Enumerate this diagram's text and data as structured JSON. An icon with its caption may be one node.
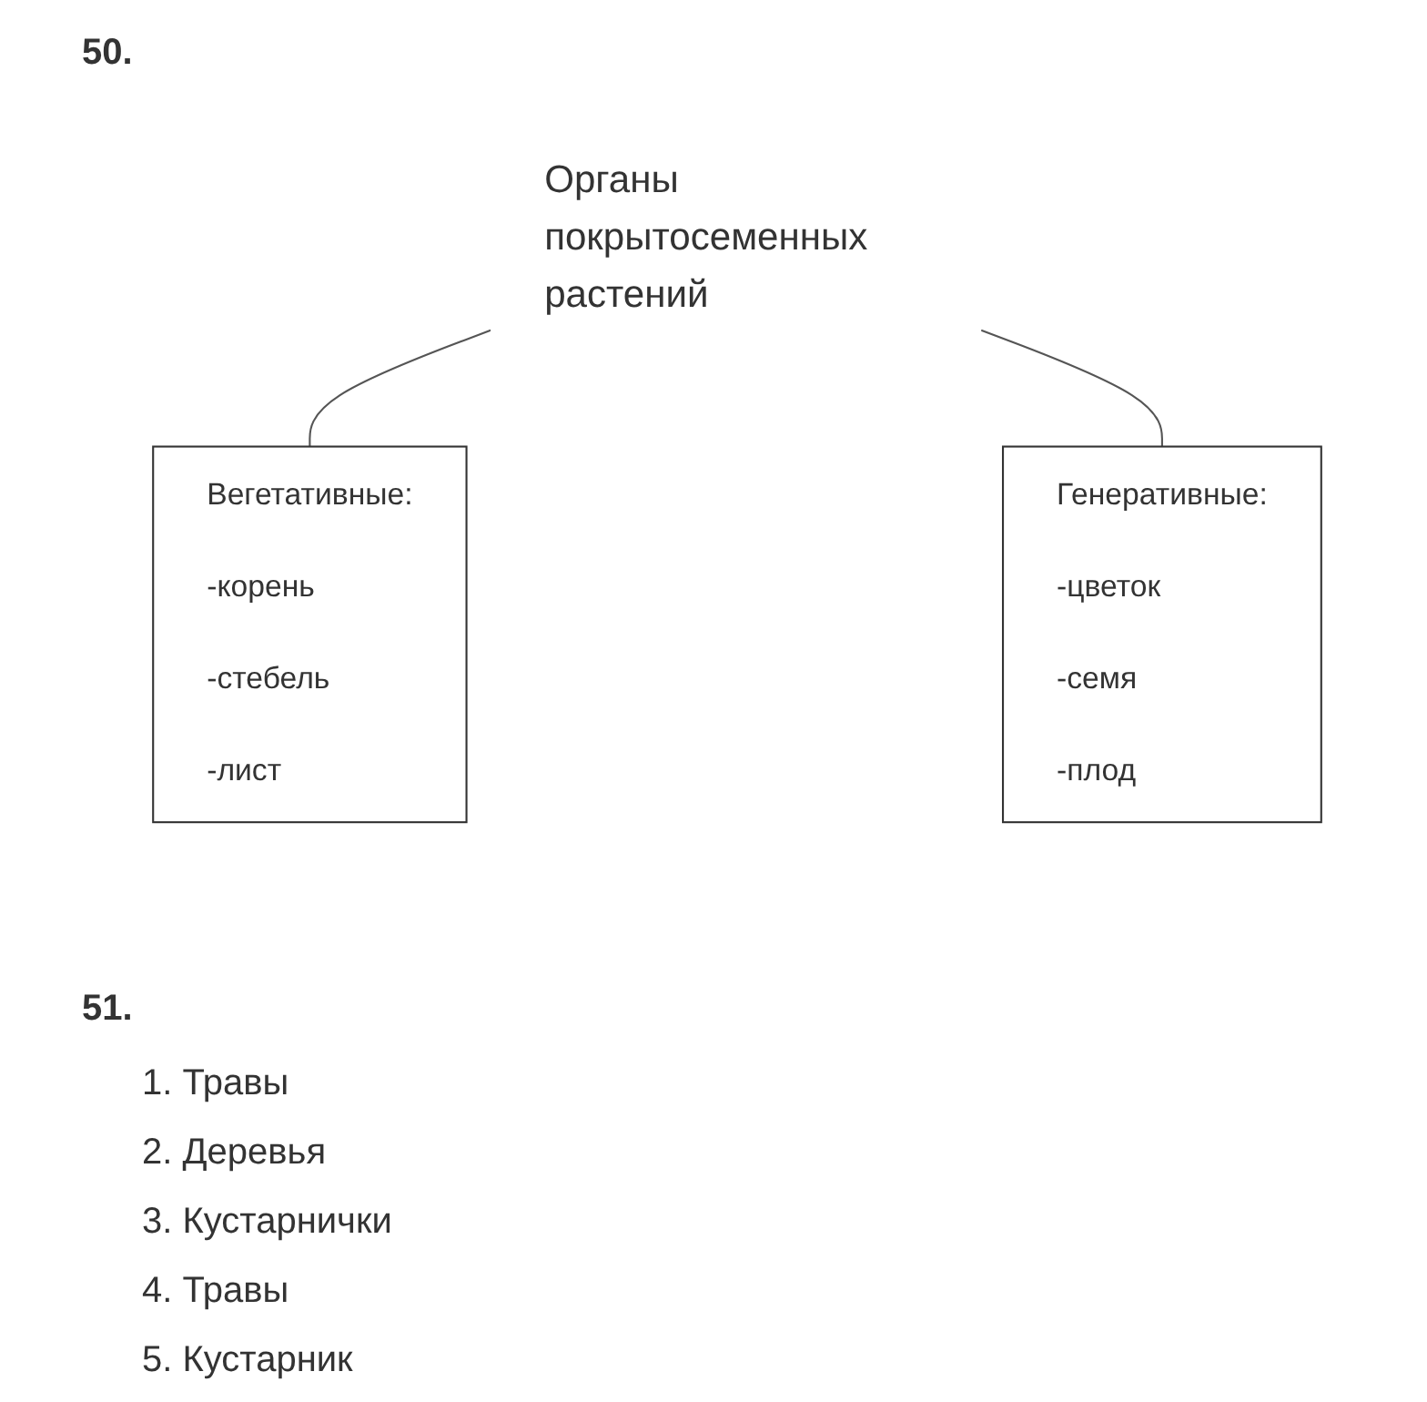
{
  "diagram": {
    "nodes": [
      {
        "text": [
          "Органы покрытосеменных растений"
        ]
      },
      {
        "text": [
          "Вегетативные:",
          "-корень",
          "-стебель",
          "-лист"
        ]
      },
      {
        "text": [
          "Генеративные:",
          "-цветок",
          "-семя",
          "-плод"
        ]
      }
    ],
    "edges": [
      {
        "from": 0,
        "to": 1,
        "arrow": "none"
      },
      {
        "from": 0,
        "to": 2,
        "arrow": "none"
      }
    ],
    "labels": [
      "50.",
      "51.",
      "1. Травы",
      "2. Деревья",
      "3. Кустарнички",
      "4. Травы",
      "5. Кустарник"
    ]
  }
}
